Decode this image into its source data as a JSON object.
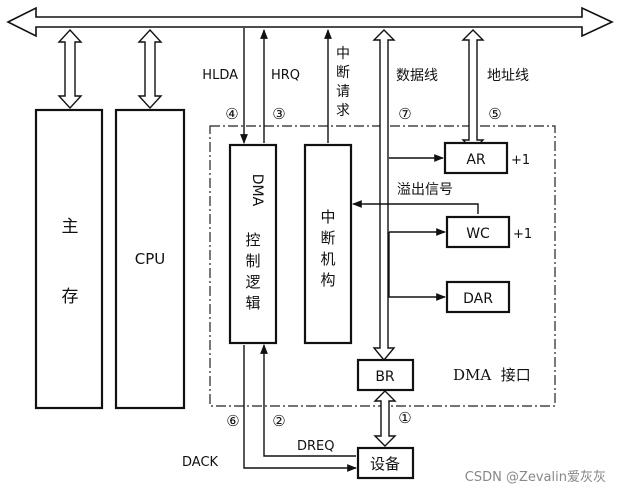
{
  "diagram": {
    "main_memory_label": [
      "主",
      "存"
    ],
    "cpu_label": "CPU",
    "dma_control_label": [
      "DMA",
      "控",
      "制",
      "逻",
      "辑"
    ],
    "interrupt_unit_label": [
      "中",
      "断",
      "机",
      "构"
    ],
    "registers": {
      "ar": "AR",
      "wc": "WC",
      "dar": "DAR",
      "br": "BR"
    },
    "increment_ar": "+1",
    "increment_wc": "+1",
    "device_label": "设备",
    "dma_interface_label": "DMA  接口",
    "signals": {
      "hlda": "HLDA",
      "hrq": "HRQ",
      "interrupt_request": [
        "中",
        "断",
        "请",
        "求"
      ],
      "data_bus": "数据线",
      "address_bus": "地址线",
      "overflow": "溢出信号",
      "dack": "DACK",
      "dreq": "DREQ"
    },
    "step_markers": {
      "s4": "④",
      "s3": "③",
      "s7": "⑦",
      "s5": "⑤",
      "s6": "⑥",
      "s2": "②",
      "s1": "①"
    },
    "watermark": "CSDN @Zevalin爱灰灰"
  }
}
